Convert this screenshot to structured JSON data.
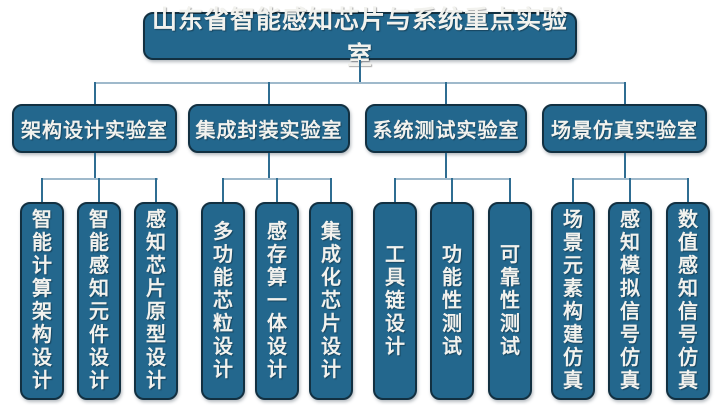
{
  "title": "山东省智能感知芯片与系统重点实验室",
  "colors": {
    "node_fill": "#23678D",
    "node_border": "#123041",
    "node_text": "#F2F2EE",
    "connector_rail": "#9FB9CB",
    "connector_drop": "#2F6D92",
    "background": "#FFFFFF"
  },
  "labs": [
    {
      "label": "架构设计实验室",
      "children": [
        "智能计算架构设计",
        "智能感知元件设计",
        "感知芯片原型设计"
      ]
    },
    {
      "label": "集成封装实验室",
      "children": [
        "多功能芯粒设计",
        "感存算一体设计",
        "集成化芯片设计"
      ]
    },
    {
      "label": "系统测试实验室",
      "children": [
        "工具链设计",
        "功能性测试",
        "可靠性测试"
      ]
    },
    {
      "label": "场景仿真实验室",
      "children": [
        "场景元素构建仿真",
        "感知模拟信号仿真",
        "数值感知信号仿真"
      ]
    }
  ]
}
